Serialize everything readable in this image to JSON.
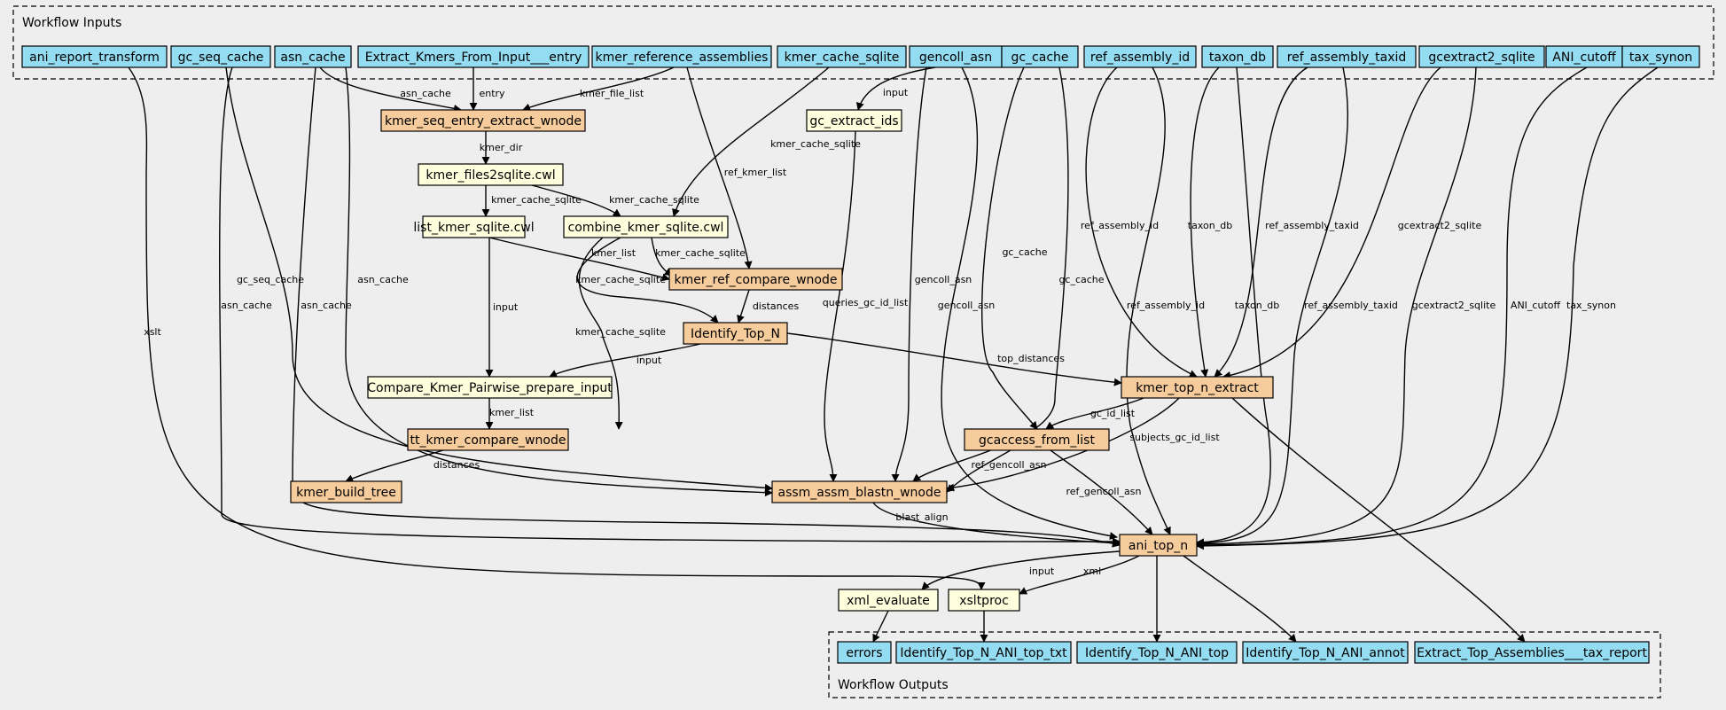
{
  "colors": {
    "io": "#94dcf2",
    "step_wnode": "#f7cc9c",
    "step_tool": "#ffffdd",
    "background": "#eeeeee"
  },
  "clusters": {
    "inputs_title": "Workflow Inputs",
    "outputs_title": "Workflow Outputs"
  },
  "nodes": {
    "ani_report_transform": {
      "label": "ani_report_transform",
      "kind": "io"
    },
    "gc_seq_cache": {
      "label": "gc_seq_cache",
      "kind": "io"
    },
    "asn_cache": {
      "label": "asn_cache",
      "kind": "io"
    },
    "extract_entry": {
      "label": "Extract_Kmers_From_Input___entry",
      "kind": "io"
    },
    "kmer_reference_assemblies": {
      "label": "kmer_reference_assemblies",
      "kind": "io"
    },
    "kmer_cache_sqlite": {
      "label": "kmer_cache_sqlite",
      "kind": "io"
    },
    "gencoll_asn": {
      "label": "gencoll_asn",
      "kind": "io"
    },
    "gc_cache": {
      "label": "gc_cache",
      "kind": "io"
    },
    "ref_assembly_id": {
      "label": "ref_assembly_id",
      "kind": "io"
    },
    "taxon_db": {
      "label": "taxon_db",
      "kind": "io"
    },
    "ref_assembly_taxid": {
      "label": "ref_assembly_taxid",
      "kind": "io"
    },
    "gcextract2_sqlite": {
      "label": "gcextract2_sqlite",
      "kind": "io"
    },
    "ani_cutoff": {
      "label": "ANI_cutoff",
      "kind": "io"
    },
    "tax_synon": {
      "label": "tax_synon",
      "kind": "io"
    },
    "kmer_seq_entry_extract_wnode": {
      "label": "kmer_seq_entry_extract_wnode",
      "kind": "step_wnode"
    },
    "gc_extract_ids": {
      "label": "gc_extract_ids",
      "kind": "step_tool"
    },
    "kmer_files2sqlite": {
      "label": "kmer_files2sqlite.cwl",
      "kind": "step_tool"
    },
    "list_kmer_sqlite": {
      "label": "list_kmer_sqlite.cwl",
      "kind": "step_tool"
    },
    "combine_kmer_sqlite": {
      "label": "combine_kmer_sqlite.cwl",
      "kind": "step_tool"
    },
    "kmer_ref_compare_wnode": {
      "label": "kmer_ref_compare_wnode",
      "kind": "step_wnode"
    },
    "identify_top_n": {
      "label": "Identify_Top_N",
      "kind": "step_wnode"
    },
    "compare_prepare_input": {
      "label": "Compare_Kmer_Pairwise_prepare_input",
      "kind": "step_tool"
    },
    "kmer_top_n_extract": {
      "label": "kmer_top_n_extract",
      "kind": "step_wnode"
    },
    "tt_kmer_compare_wnode": {
      "label": "tt_kmer_compare_wnode",
      "kind": "step_wnode"
    },
    "gcaccess_from_list": {
      "label": "gcaccess_from_list",
      "kind": "step_wnode"
    },
    "kmer_build_tree": {
      "label": "kmer_build_tree",
      "kind": "step_wnode"
    },
    "assm_assm_blastn_wnode": {
      "label": "assm_assm_blastn_wnode",
      "kind": "step_wnode"
    },
    "ani_top_n": {
      "label": "ani_top_n",
      "kind": "step_wnode"
    },
    "xml_evaluate": {
      "label": "xml_evaluate",
      "kind": "step_tool"
    },
    "xsltproc": {
      "label": "xsltproc",
      "kind": "step_tool"
    },
    "errors": {
      "label": "errors",
      "kind": "io"
    },
    "out_top_txt": {
      "label": "Identify_Top_N_ANI_top_txt",
      "kind": "io"
    },
    "out_top": {
      "label": "Identify_Top_N_ANI_top",
      "kind": "io"
    },
    "out_annot": {
      "label": "Identify_Top_N_ANI_annot",
      "kind": "io"
    },
    "out_tax_report": {
      "label": "Extract_Top_Assemblies___tax_report",
      "kind": "io"
    }
  },
  "edges": [
    {
      "id": "e1",
      "from": "asn_cache",
      "to": "kmer_seq_entry_extract_wnode",
      "label": "asn_cache"
    },
    {
      "id": "e2",
      "from": "extract_entry",
      "to": "kmer_seq_entry_extract_wnode",
      "label": "entry"
    },
    {
      "id": "e3",
      "from": "kmer_reference_assemblies",
      "to": "kmer_seq_entry_extract_wnode",
      "label": "kmer_file_list"
    },
    {
      "id": "e4",
      "from": "gencoll_asn",
      "to": "gc_extract_ids",
      "label": "input"
    },
    {
      "id": "e5",
      "from": "kmer_seq_entry_extract_wnode",
      "to": "kmer_files2sqlite",
      "label": "kmer_dir"
    },
    {
      "id": "e6",
      "from": "kmer_files2sqlite",
      "to": "list_kmer_sqlite",
      "label": "kmer_cache_sqlite"
    },
    {
      "id": "e7",
      "from": "kmer_files2sqlite",
      "to": "combine_kmer_sqlite",
      "label": "kmer_cache_sqlite"
    },
    {
      "id": "e8",
      "from": "kmer_cache_sqlite",
      "to": "combine_kmer_sqlite",
      "label": "kmer_cache_sqlite"
    },
    {
      "id": "e9",
      "from": "kmer_reference_assemblies",
      "to": "kmer_ref_compare_wnode",
      "label": "ref_kmer_list"
    },
    {
      "id": "e10",
      "from": "list_kmer_sqlite",
      "to": "kmer_ref_compare_wnode",
      "label": "kmer_list"
    },
    {
      "id": "e11",
      "from": "combine_kmer_sqlite",
      "to": "kmer_ref_compare_wnode",
      "label": "kmer_cache_sqlite"
    },
    {
      "id": "e12",
      "from": "combine_kmer_sqlite",
      "to": "identify_top_n",
      "label": "kmer_cache_sqlite"
    },
    {
      "id": "e13",
      "from": "kmer_ref_compare_wnode",
      "to": "identify_top_n",
      "label": "distances"
    },
    {
      "id": "e14",
      "from": "list_kmer_sqlite",
      "to": "compare_prepare_input",
      "label": "input"
    },
    {
      "id": "e15",
      "from": "identify_top_n",
      "to": "compare_prepare_input",
      "label": "input"
    },
    {
      "id": "e16",
      "from": "identify_top_n",
      "to": "kmer_top_n_extract",
      "label": "top_distances"
    },
    {
      "id": "e17",
      "from": "ref_assembly_id",
      "to": "kmer_top_n_extract",
      "label": "ref_assembly_id"
    },
    {
      "id": "e18",
      "from": "taxon_db",
      "to": "kmer_top_n_extract",
      "label": "taxon_db"
    },
    {
      "id": "e19",
      "from": "ref_assembly_taxid",
      "to": "kmer_top_n_extract",
      "label": "ref_assembly_taxid"
    },
    {
      "id": "e20",
      "from": "gcextract2_sqlite",
      "to": "kmer_top_n_extract",
      "label": "gcextract2_sqlite"
    },
    {
      "id": "e21",
      "from": "compare_prepare_input",
      "to": "tt_kmer_compare_wnode",
      "label": "kmer_list"
    },
    {
      "id": "e22",
      "from": "combine_kmer_sqlite",
      "to": "tt_kmer_compare_wnode",
      "label": "kmer_cache_sqlite"
    },
    {
      "id": "e23",
      "from": "gc_cache",
      "to": "gcaccess_from_list",
      "label": "gc_cache"
    },
    {
      "id": "e24",
      "from": "kmer_top_n_extract",
      "to": "gcaccess_from_list",
      "label": "gc_id_list"
    },
    {
      "id": "e25",
      "from": "tt_kmer_compare_wnode",
      "to": "kmer_build_tree",
      "label": "distances"
    },
    {
      "id": "e26",
      "from": "gc_seq_cache",
      "to": "assm_assm_blastn_wnode",
      "label": "gc_seq_cache"
    },
    {
      "id": "e27",
      "from": "asn_cache",
      "to": "assm_assm_blastn_wnode",
      "label": "asn_cache"
    },
    {
      "id": "e28",
      "from": "gc_extract_ids",
      "to": "assm_assm_blastn_wnode",
      "label": "queries_gc_id_list"
    },
    {
      "id": "e29",
      "from": "gencoll_asn",
      "to": "assm_assm_blastn_wnode",
      "label": "gencoll_asn"
    },
    {
      "id": "e30",
      "from": "gc_cache",
      "to": "assm_assm_blastn_wnode",
      "label": "gc_cache"
    },
    {
      "id": "e31",
      "from": "kmer_top_n_extract",
      "to": "assm_assm_blastn_wnode",
      "label": "subjects_gc_id_list"
    },
    {
      "id": "e32",
      "from": "gcaccess_from_list",
      "to": "assm_assm_blastn_wnode",
      "label": "ref_gencoll_asn"
    },
    {
      "id": "e33",
      "from": "gc_seq_cache",
      "to": "ani_top_n",
      "label": "asn_cache"
    },
    {
      "id": "e34",
      "from": "asn_cache",
      "to": "ani_top_n",
      "label": "asn_cache"
    },
    {
      "id": "e35",
      "from": "gencoll_asn",
      "to": "ani_top_n",
      "label": "gencoll_asn"
    },
    {
      "id": "e36",
      "from": "ref_assembly_id",
      "to": "ani_top_n",
      "label": "ref_assembly_id"
    },
    {
      "id": "e37",
      "from": "taxon_db",
      "to": "ani_top_n",
      "label": "taxon_db"
    },
    {
      "id": "e38",
      "from": "ref_assembly_taxid",
      "to": "ani_top_n",
      "label": "ref_assembly_taxid"
    },
    {
      "id": "e39",
      "from": "gcextract2_sqlite",
      "to": "ani_top_n",
      "label": "gcextract2_sqlite"
    },
    {
      "id": "e40",
      "from": "ani_cutoff",
      "to": "ani_top_n",
      "label": "ANI_cutoff"
    },
    {
      "id": "e41",
      "from": "tax_synon",
      "to": "ani_top_n",
      "label": "tax_synon"
    },
    {
      "id": "e42",
      "from": "gcaccess_from_list",
      "to": "ani_top_n",
      "label": "ref_gencoll_asn"
    },
    {
      "id": "e43",
      "from": "assm_assm_blastn_wnode",
      "to": "ani_top_n",
      "label": "blast_align"
    },
    {
      "id": "e44",
      "from": "ani_report_transform",
      "to": "xsltproc",
      "label": "xslt"
    },
    {
      "id": "e45",
      "from": "ani_top_n",
      "to": "xml_evaluate",
      "label": "input"
    },
    {
      "id": "e46",
      "from": "ani_top_n",
      "to": "xsltproc",
      "label": "xml"
    },
    {
      "id": "e47",
      "from": "ani_top_n",
      "to": "out_top",
      "label": ""
    },
    {
      "id": "e48",
      "from": "ani_top_n",
      "to": "out_annot",
      "label": ""
    },
    {
      "id": "e49",
      "from": "kmer_top_n_extract",
      "to": "out_tax_report",
      "label": ""
    },
    {
      "id": "e50",
      "from": "xml_evaluate",
      "to": "errors",
      "label": ""
    },
    {
      "id": "e51",
      "from": "xsltproc",
      "to": "out_top_txt",
      "label": ""
    }
  ]
}
